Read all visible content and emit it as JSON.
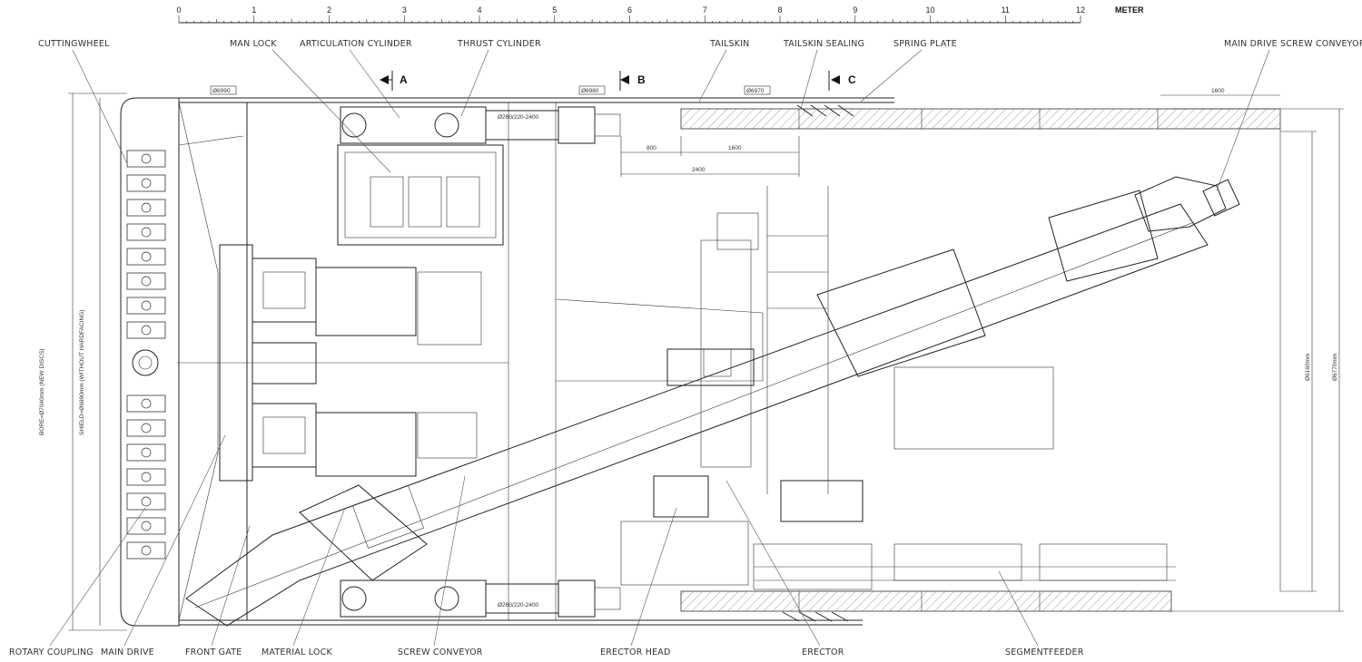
{
  "scale": {
    "unit_label": "METER",
    "ticks": [
      "0",
      "1",
      "2",
      "3",
      "4",
      "5",
      "6",
      "7",
      "8",
      "9",
      "10",
      "11",
      "12"
    ]
  },
  "callouts_top": [
    {
      "id": "cuttingwheel",
      "label": "CUTTINGWHEEL"
    },
    {
      "id": "man-lock",
      "label": "MAN LOCK"
    },
    {
      "id": "articulation-cylinder",
      "label": "ARTICULATION CYLINDER"
    },
    {
      "id": "thrust-cylinder",
      "label": "THRUST CYLINDER"
    },
    {
      "id": "tailskin",
      "label": "TAILSKIN"
    },
    {
      "id": "tailskin-sealing",
      "label": "TAILSKIN SEALING"
    },
    {
      "id": "spring-plate",
      "label": "SPRING PLATE"
    },
    {
      "id": "main-drive-screw-conveyor",
      "label": "MAIN DRIVE SCREW CONVEYOR"
    }
  ],
  "callouts_bottom": [
    {
      "id": "rotary-coupling",
      "label": "ROTARY COUPLING"
    },
    {
      "id": "main-drive",
      "label": "MAIN DRIVE"
    },
    {
      "id": "front-gate",
      "label": "FRONT GATE"
    },
    {
      "id": "material-lock",
      "label": "MATERIAL LOCK"
    },
    {
      "id": "screw-conveyor",
      "label": "SCREW CONVEYOR"
    },
    {
      "id": "erector-head",
      "label": "ERECTOR HEAD"
    },
    {
      "id": "erector",
      "label": "ERECTOR"
    },
    {
      "id": "segmentfeeder",
      "label": "SEGMENTFEEDER"
    }
  ],
  "sections": [
    "A",
    "B",
    "C"
  ],
  "dimensions": {
    "d1": "Ø6990",
    "d2": "Ø6980",
    "d3": "Ø6970",
    "cyl_top": "Ø260/220-2400",
    "cyl_bottom": "Ø260/220-2400",
    "len_800": "800",
    "len_1600": "1600",
    "len_2400": "2400",
    "len_1600_tail": "1600",
    "ring_inner": "Ø6160mm",
    "ring_outer": "Ø6770mm"
  },
  "vertical_labels": {
    "bore": "BORE=Ø7040mm (NEW DISCS)",
    "shield": "SHIELD=Ø6990mm (WITHOUT HARDFACING)"
  }
}
